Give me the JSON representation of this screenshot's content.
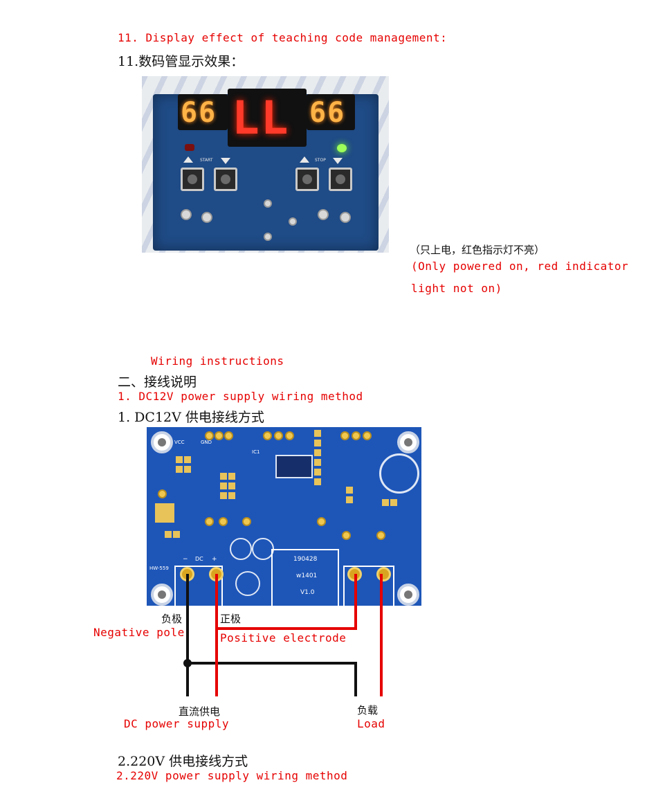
{
  "section11": {
    "en_title": "11. Display effect of teaching code management:",
    "cn_title": "11.数码管显示效果："
  },
  "display_photo": {
    "left_digits": "66",
    "center_digits": "LL",
    "right_digits": "66",
    "label_start": "START",
    "label_stop": "STOP"
  },
  "photo_note": {
    "cn": "（只上电，红色指示灯不亮）",
    "en_line1": "(Only powered on, red indicator",
    "en_line2": "light not on)"
  },
  "wiring": {
    "en_title": "Wiring instructions",
    "cn_title": "二、接线说明",
    "dc_en": "1. DC12V power supply wiring method",
    "dc_cn": "1.  DC12V 供电接线方式"
  },
  "pcb": {
    "chip_line1": "190428",
    "chip_line2": "w1401",
    "chip_line3": "V1.0",
    "model": "HW-559",
    "dc_label": "DC",
    "minus": "−",
    "plus": "+",
    "ic1": "IC1",
    "vcc": "VCC",
    "gnd": "GND"
  },
  "labels": {
    "neg_cn": "负极",
    "neg_en": "Negative pole",
    "pos_cn": "正极",
    "pos_en": "Positive electrode",
    "dc_cn": "直流供电",
    "dc_en": "DC power supply",
    "load_cn": "负载",
    "load_en": "Load"
  },
  "section2": {
    "cn_title": "2.220V 供电接线方式",
    "en_title": "2.220V power supply wiring method"
  },
  "colors": {
    "accent_red": "#e60000",
    "pcb_blue": "#1e56b8",
    "wire_black": "#111111"
  }
}
